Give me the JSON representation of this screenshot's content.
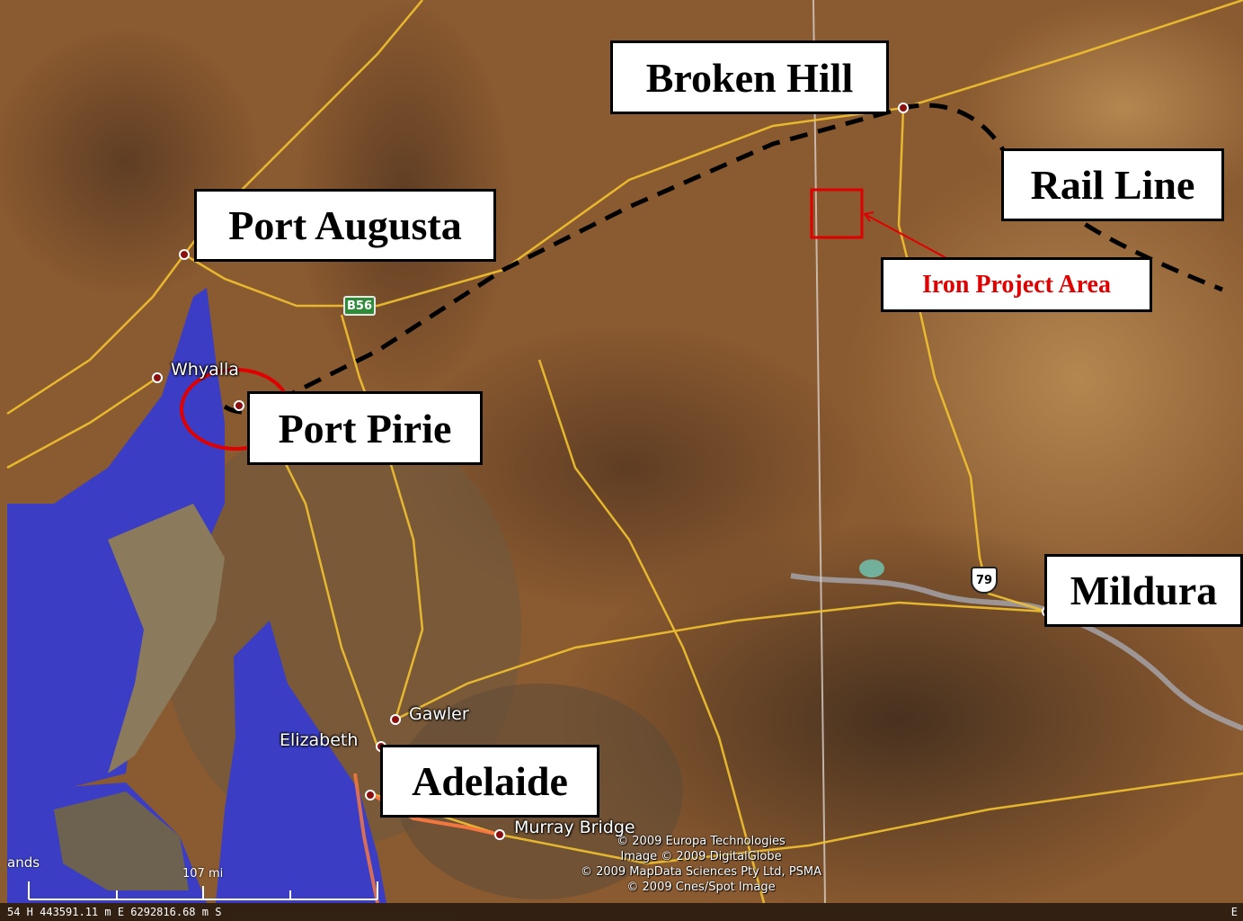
{
  "callouts": {
    "broken_hill": "Broken Hill",
    "rail_line": "Rail Line",
    "port_augusta": "Port Augusta",
    "port_pirie": "Port Pirie",
    "iron_project": "Iron Project Area",
    "mildura": "Mildura",
    "adelaide": "Adelaide"
  },
  "towns": {
    "whyalla": "Whyalla",
    "gawler": "Gawler",
    "elizabeth": "Elizabeth",
    "murray_bridge": "Murray Bridge",
    "edge_left": "ands"
  },
  "shields": {
    "b56": "B56",
    "r79": "79"
  },
  "scale": {
    "label": "107 mi"
  },
  "copyright": [
    "© 2009 Europa Technologies",
    "Image © 2009 DigitalGlobe",
    "© 2009 MapData Sciences Pty Ltd, PSMA",
    "© 2009 Cnes/Spot Image"
  ],
  "status": {
    "coords": "54 H 443591.11 m E 6292816.68 m S",
    "edge": "E"
  },
  "colors": {
    "terrain": "#8a5a30",
    "water": "#3b3ec4",
    "road": "#f2c230",
    "route": "#000000",
    "highlight": "#e00000"
  }
}
